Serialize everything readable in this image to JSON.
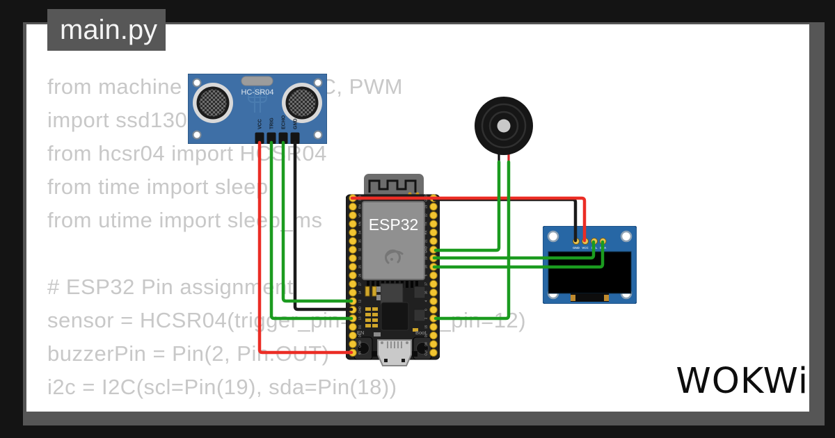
{
  "window": {
    "tab_label": "main.py",
    "logo_text": "WOKWi"
  },
  "code": {
    "lines": [
      "from machine import Pin, I2C, PWM",
      "import ssd1306",
      "from hcsr04 import HCSR04",
      "from time import sleep",
      "from utime import sleep_ms",
      "",
      "# ESP32 Pin assignment",
      "sensor = HCSR04(trigger_pin=13, echo_pin=12)",
      "buzzerPin = Pin(2, Pin.OUT)",
      "i2c = I2C(scl=Pin(19), sda=Pin(18))"
    ]
  },
  "hcsr04": {
    "label": "HC-SR04",
    "pin_labels": [
      "VCC",
      "TRIG",
      "ECHO",
      "GND"
    ]
  },
  "esp32": {
    "chip_label": "ESP32",
    "left_pin_labels": [
      "3V3",
      "EN",
      "VP",
      "VN",
      "34",
      "35",
      "32",
      "33",
      "25",
      "26",
      "27",
      "14",
      "12",
      "GND",
      "13",
      "D2",
      "D3",
      "CMD",
      "5V"
    ],
    "right_pin_labels": [
      "GND",
      "23",
      "22",
      "TX",
      "RX",
      "21",
      "GND",
      "19",
      "18",
      "5",
      "17",
      "16",
      "4",
      "0",
      "2",
      "15",
      "D1",
      "D0",
      "CLK"
    ],
    "en_button_label": "EN",
    "boot_button_label": "Boot"
  },
  "oled": {
    "pin_labels": [
      "GND",
      "VCC",
      "SCL",
      "SDA"
    ]
  },
  "wiring": [
    {
      "from": "HC-SR04 VCC",
      "to": "ESP32 5V",
      "color": "red"
    },
    {
      "from": "HC-SR04 TRIG",
      "to": "ESP32 13",
      "color": "green"
    },
    {
      "from": "HC-SR04 ECHO",
      "to": "ESP32 12",
      "color": "green"
    },
    {
      "from": "HC-SR04 GND",
      "to": "ESP32 GND",
      "color": "black"
    },
    {
      "from": "ESP32 3V3",
      "to": "OLED VCC",
      "color": "red"
    },
    {
      "from": "ESP32 GND",
      "to": "OLED GND",
      "color": "black"
    },
    {
      "from": "ESP32 19",
      "to": "OLED SCL",
      "color": "green"
    },
    {
      "from": "ESP32 18",
      "to": "OLED SDA",
      "color": "green"
    },
    {
      "from": "Buzzer -",
      "to": "ESP32 GND",
      "color": "green"
    },
    {
      "from": "Buzzer +",
      "to": "ESP32 2",
      "color": "green"
    }
  ],
  "colors": {
    "bg_black": "#141414",
    "frame_gray": "#565656",
    "tab_bg": "#575757",
    "code_text": "#c8c8c8",
    "wire_red": "#eb2d25",
    "wire_green": "#1b9b1f",
    "wire_black": "#1a1a1a",
    "pin_yellow": "#f2c531",
    "hcsr04_board": "#3e6fa6",
    "oled_board": "#2767a5",
    "esp_pcb": "#202020",
    "logo_color": "#0d0d0d"
  }
}
